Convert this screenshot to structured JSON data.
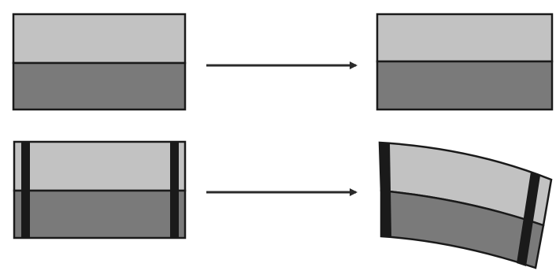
{
  "colors": {
    "background": "#ffffff",
    "top_layer": "#c2c2c2",
    "bottom_layer": "#7a7a7a",
    "outline": "#1a1a1a",
    "arrow": "#2b2b2b"
  },
  "rows": [
    {
      "id": "row-plain",
      "before": "flat-strip",
      "after": "flat-strip",
      "markers": false
    },
    {
      "id": "row-marked",
      "before": "flat-strip-with-markers",
      "after": "bent-strip-with-markers",
      "markers": true
    }
  ]
}
